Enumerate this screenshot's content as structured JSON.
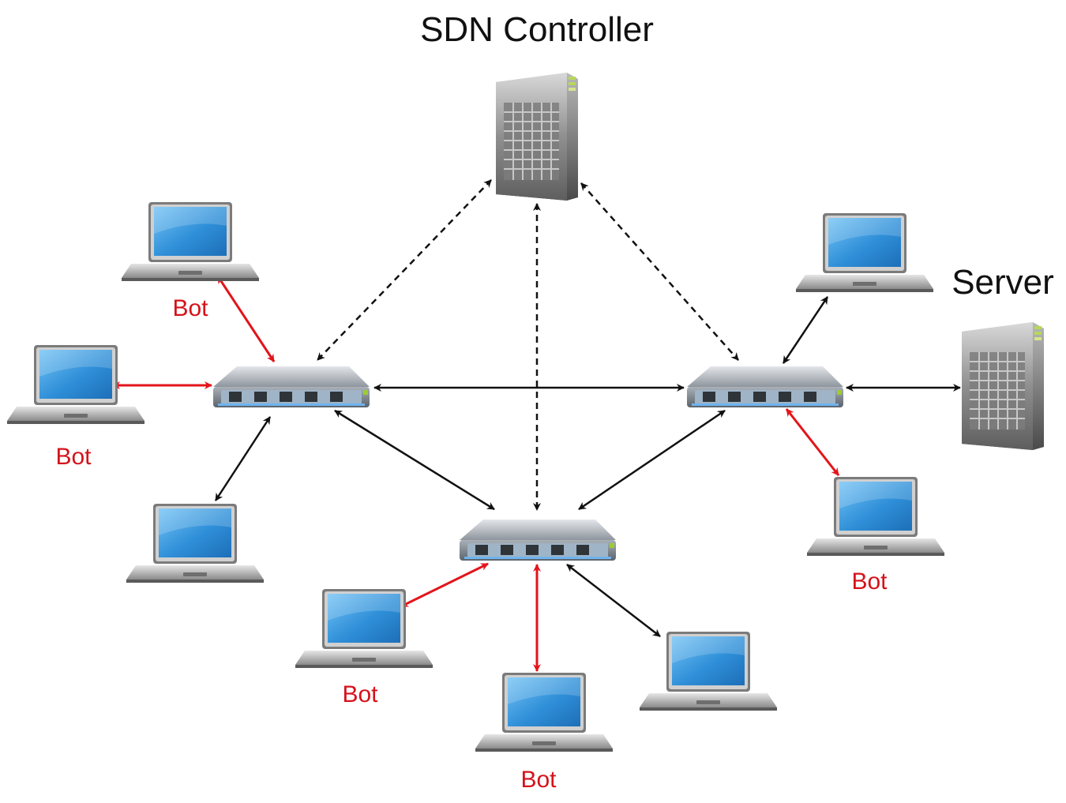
{
  "labels": {
    "controller": "SDN Controller",
    "server": "Server",
    "bot": "Bot"
  },
  "colors": {
    "bot_link": "#e3141b",
    "normal_link": "#111111",
    "bot_label": "#d5121a",
    "laptop_screen": "#3d9be0",
    "switch_body": "#8d949c",
    "server_body": "#9b9b9b"
  },
  "icons": {
    "controller": "server-tower-icon",
    "server": "server-tower-icon",
    "switch": "network-switch-icon",
    "host": "laptop-icon"
  }
}
